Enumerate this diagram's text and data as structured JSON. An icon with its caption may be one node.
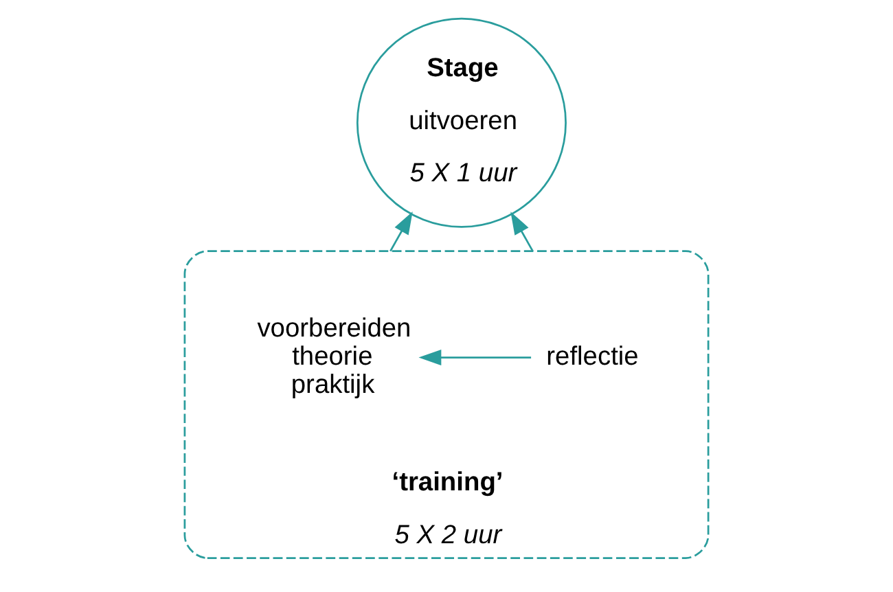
{
  "diagram": {
    "nodes": [
      {
        "text": [
          "Stage",
          "uitvoeren",
          "5 X 1 uur"
        ]
      },
      {
        "text": [
          "‘training’",
          "5 X 2 uur"
        ]
      },
      {
        "text": [
          "voorbereiden theorie praktijk"
        ],
        "in": 1
      },
      {
        "text": [
          "reflectie"
        ],
        "in": 1
      }
    ],
    "edges": [
      {
        "from": 1,
        "to": 0,
        "arrow": "to"
      },
      {
        "from": 1,
        "to": 0,
        "arrow": "to"
      },
      {
        "from": 3,
        "to": 2,
        "arrow": "to"
      }
    ]
  }
}
